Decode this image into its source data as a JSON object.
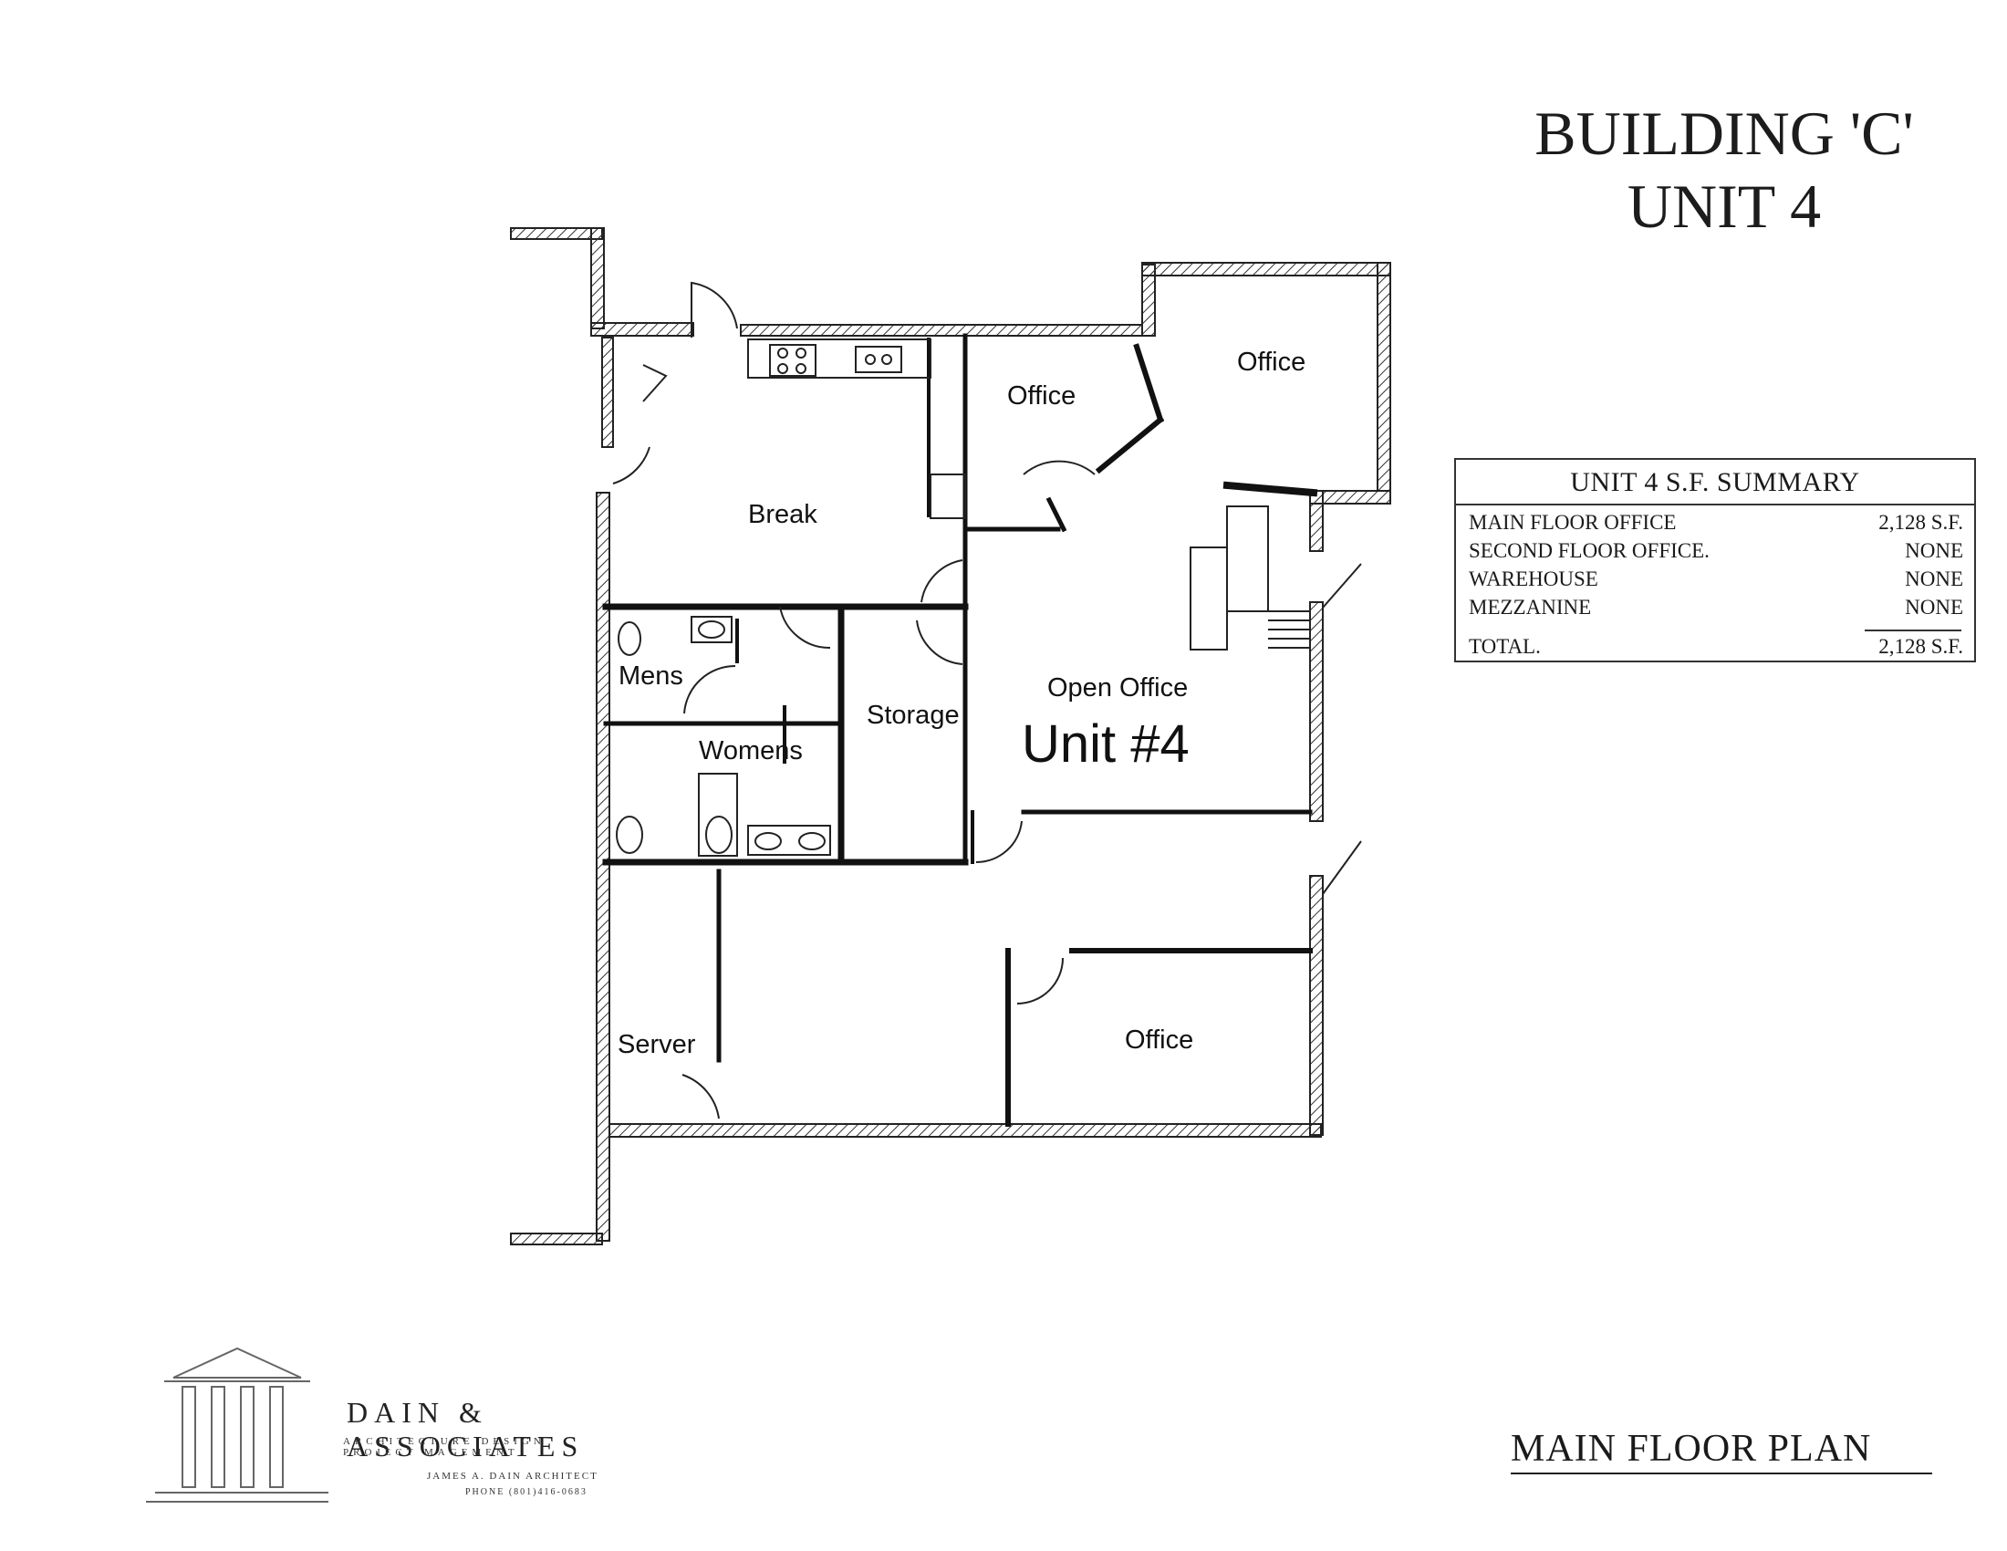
{
  "title": {
    "line1": "BUILDING 'C'",
    "line2": "UNIT 4"
  },
  "rooms": {
    "break": "Break",
    "office_top": "Office",
    "office_top_right": "Office",
    "mens": "Mens",
    "womens": "Womens",
    "storage": "Storage",
    "open_office": "Open Office",
    "unit": "Unit #4",
    "server": "Server",
    "office_bottom": "Office"
  },
  "summary": {
    "heading": "UNIT 4 S.F. SUMMARY",
    "rows": [
      {
        "label": "MAIN FLOOR OFFICE",
        "value": "2,128 S.F."
      },
      {
        "label": "SECOND FLOOR OFFICE.",
        "value": "NONE"
      },
      {
        "label": "WAREHOUSE",
        "value": "NONE"
      },
      {
        "label": "MEZZANINE",
        "value": "NONE"
      }
    ],
    "total_label": "TOTAL.",
    "total_value": "2,128 S.F."
  },
  "footer": {
    "title": "MAIN FLOOR PLAN"
  },
  "logo": {
    "name": "DAIN & ASSOCIATES",
    "subtitle": "ARCHITECTURE   DESIGN   PROJECT MAGEMENT",
    "architect": "JAMES A. DAIN ARCHITECT",
    "phone": "PHONE (801)416-0683"
  }
}
